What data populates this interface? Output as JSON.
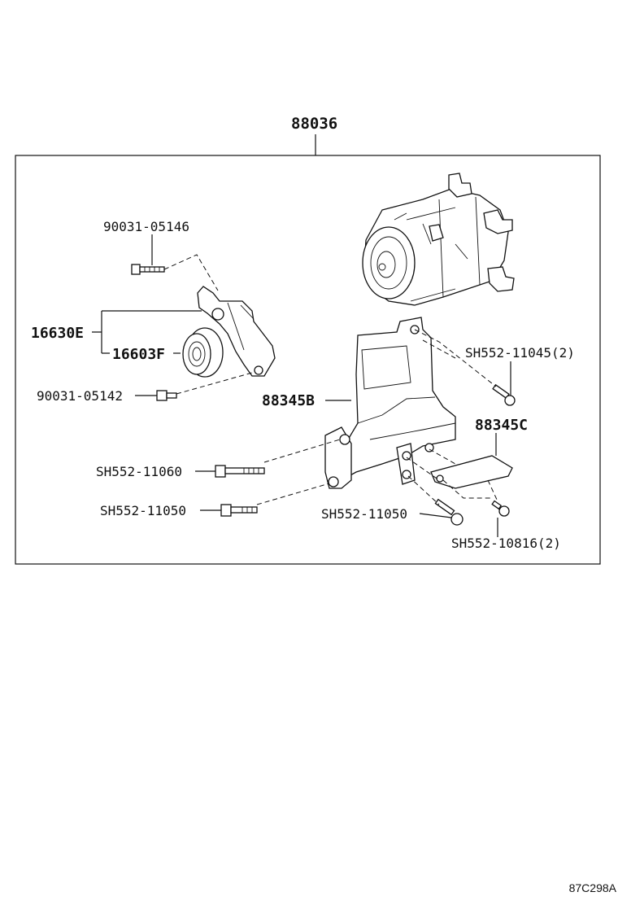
{
  "labels": {
    "assembly": "88036",
    "bolt_top": "90031-05146",
    "tensioner": "16630E",
    "pulley": "16603F",
    "bolt_lower": "90031-05142",
    "bracket_b": "88345B",
    "bracket_c": "88345C",
    "bolt_right": "SH552-11045(2)",
    "bolt_long": "SH552-11060",
    "bolt_mid": "SH552-11050",
    "bolt_bottom": "SH552-11050",
    "nut_small": "SH552-10816(2)"
  },
  "figure_ref": "87C298A"
}
